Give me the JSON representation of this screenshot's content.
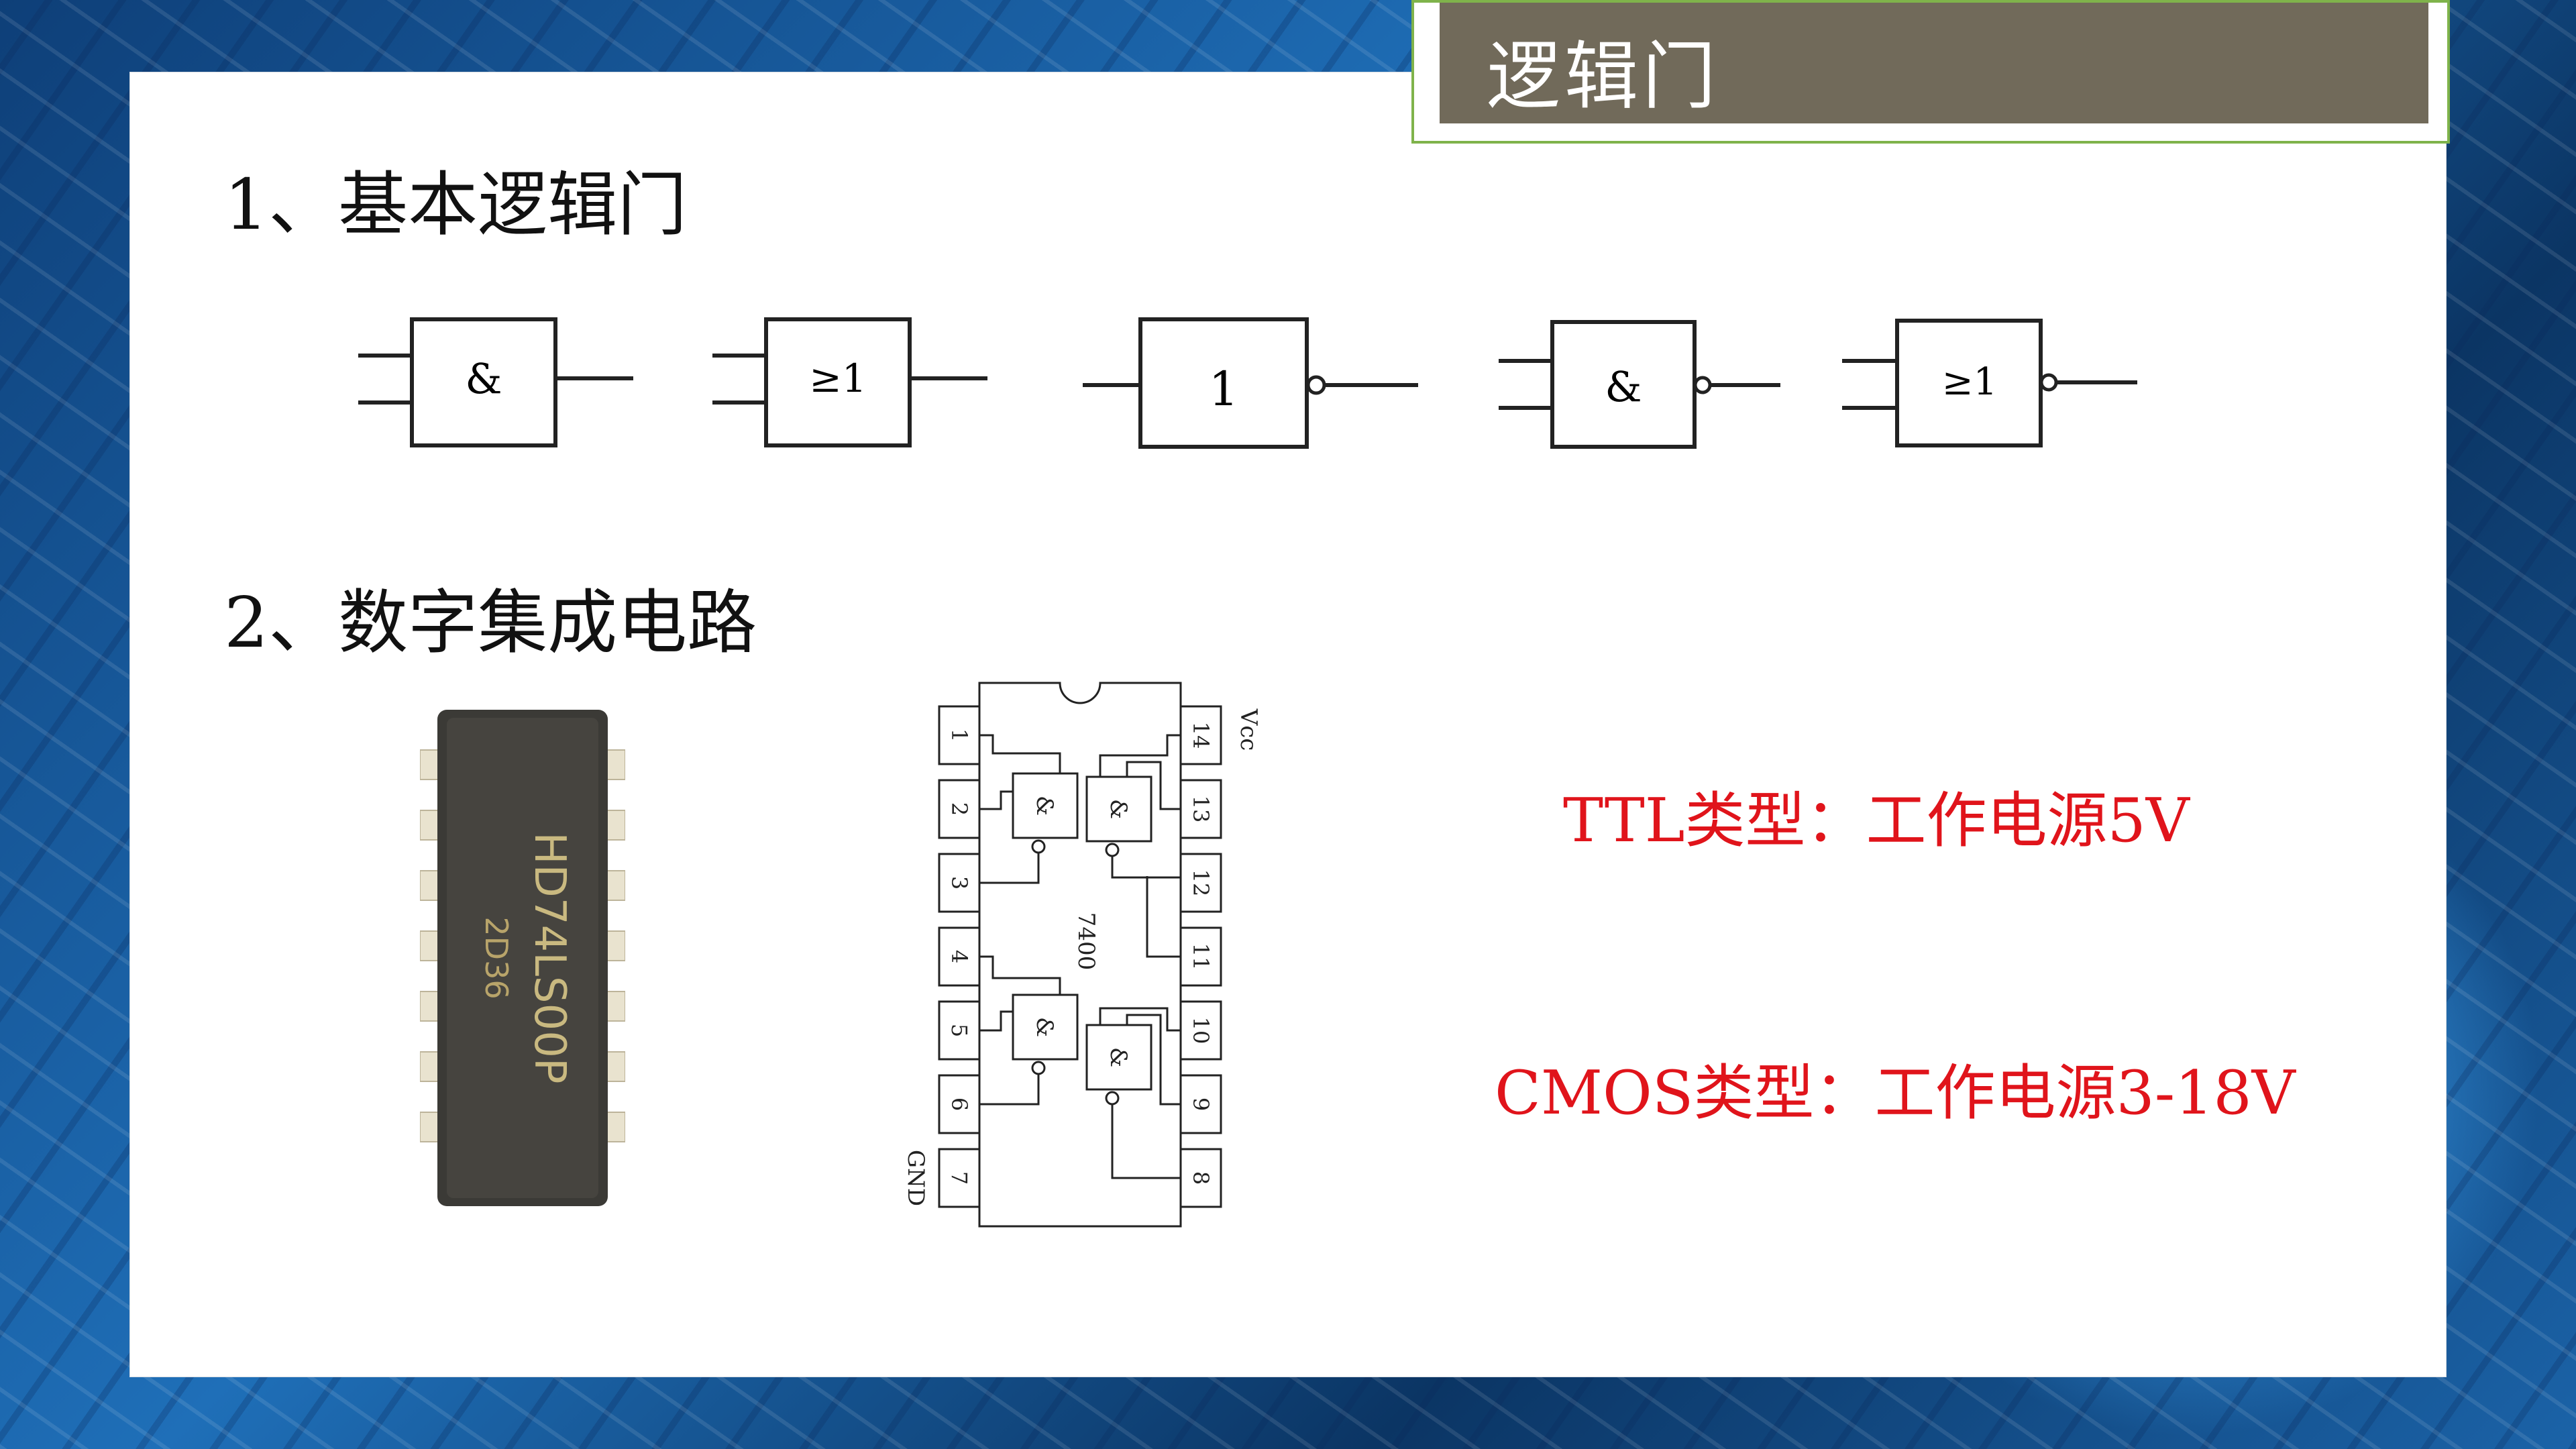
{
  "slide": {
    "title": "逻辑门",
    "section1": "1、基本逻辑门",
    "section2": "2、数字集成电路"
  },
  "gates": [
    {
      "symbol": "&",
      "inputs": 2,
      "inverted": false
    },
    {
      "symbol": "≥1",
      "inputs": 2,
      "inverted": false
    },
    {
      "symbol": "1",
      "inputs": 1,
      "inverted": true
    },
    {
      "symbol": "&",
      "inputs": 2,
      "inverted": true
    },
    {
      "symbol": "≥1",
      "inputs": 2,
      "inverted": true
    }
  ],
  "chip": {
    "marking_line1": "HD74LS00P",
    "marking_line2": "2D36"
  },
  "pinout": {
    "ic_name": "7400",
    "vcc_label": "Vcc",
    "gnd_label": "GND",
    "left_pins": [
      "1",
      "2",
      "3",
      "4",
      "5",
      "6",
      "7"
    ],
    "right_pins": [
      "14",
      "13",
      "12",
      "11",
      "10",
      "9",
      "8"
    ],
    "gate_symbol": "&"
  },
  "specs": {
    "ttl": "TTL类型：工作电源5V",
    "cmos": "CMOS类型：工作电源3-18V"
  },
  "colors": {
    "title_bar": "#716a5a",
    "title_border": "#7fb34b",
    "spec_text": "#e0141b"
  }
}
